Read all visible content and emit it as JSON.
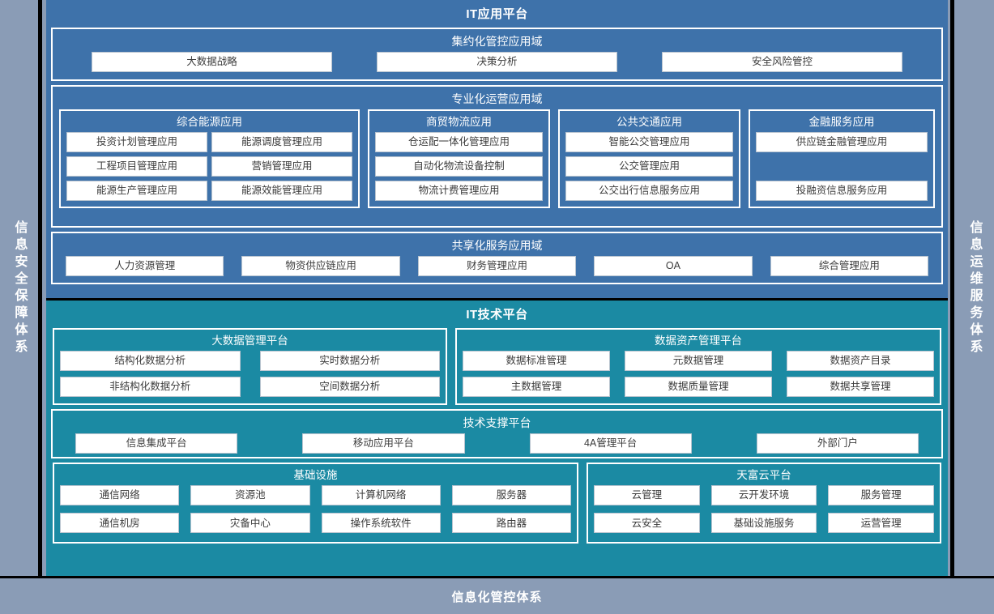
{
  "rails": {
    "left": {
      "label": "信息安全保障体系"
    },
    "right": {
      "label": "信息运维服务体系"
    }
  },
  "bottom": {
    "label": "信息化管控体系"
  },
  "app_platform": {
    "title": "IT应用平台",
    "bands": [
      {
        "title": "集约化管控应用域",
        "chips": [
          "大数据战略",
          "决策分析",
          "安全风险管控"
        ]
      },
      {
        "title": "专业化运营应用域",
        "groups": [
          {
            "title": "综合能源应用",
            "chips": [
              "投资计划管理应用",
              "能源调度管理应用",
              "工程项目管理应用",
              "营销管理应用",
              "能源生产管理应用",
              "能源效能管理应用"
            ]
          },
          {
            "title": "商贸物流应用",
            "chips": [
              "仓运配一体化管理应用",
              "自动化物流设备控制",
              "物流计费管理应用"
            ]
          },
          {
            "title": "公共交通应用",
            "chips": [
              "智能公交管理应用",
              "公交管理应用",
              "公交出行信息服务应用"
            ]
          },
          {
            "title": "金融服务应用",
            "chips": [
              "供应链金融管理应用",
              "",
              "投融资信息服务应用"
            ]
          }
        ]
      },
      {
        "title": "共享化服务应用域",
        "chips": [
          "人力资源管理",
          "物资供应链应用",
          "财务管理应用",
          "OA",
          "综合管理应用"
        ]
      }
    ]
  },
  "tech_platform": {
    "title": "IT技术平台",
    "row_top": [
      {
        "title": "大数据管理平台",
        "chips": [
          "结构化数据分析",
          "实时数据分析",
          "非结构化数据分析",
          "空间数据分析"
        ]
      },
      {
        "title": "数据资产管理平台",
        "chips": [
          "数据标准管理",
          "元数据管理",
          "数据资产目录",
          "主数据管理",
          "数据质量管理",
          "数据共享管理"
        ]
      }
    ],
    "support": {
      "title": "技术支撑平台",
      "chips": [
        "信息集成平台",
        "移动应用平台",
        "4A管理平台",
        "外部门户"
      ]
    },
    "row_bottom": [
      {
        "title": "基础设施",
        "chips": [
          "通信网络",
          "资源池",
          "计算机网络",
          "服务器",
          "通信机房",
          "灾备中心",
          "操作系统软件",
          "路由器"
        ]
      },
      {
        "title": "天富云平台",
        "chips": [
          "云管理",
          "云开发环境",
          "服务管理",
          "云安全",
          "基础设施服务",
          "运营管理"
        ]
      }
    ]
  },
  "colors": {
    "app_blue": "#3e72aa",
    "tech_teal": "#1b8aa3",
    "rail_gray": "#8a9cb6",
    "chip_white": "#ffffff",
    "outline_black": "#000000"
  }
}
